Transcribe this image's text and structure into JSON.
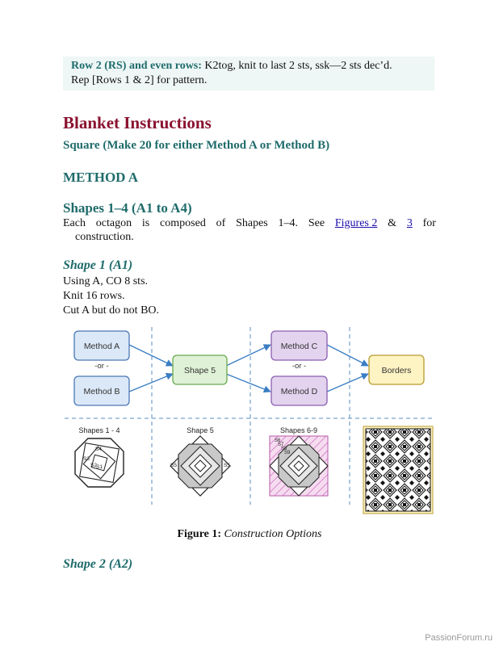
{
  "callout": {
    "line1_bold": "Row 2 (RS) and even rows:",
    "line1_text": " K2tog, knit to last 2 sts, ssk—2 sts dec’d.",
    "line2": "Rep [Rows 1 & 2] for pattern."
  },
  "heading": "Blanket Instructions",
  "square_heading": "Square (Make 20 for either Method A or Method B)",
  "method_heading": "METHOD A",
  "shapes14": {
    "heading": "Shapes 1–4 (A1 to A4)",
    "text_words": [
      "Each",
      "octagon",
      "is",
      "composed",
      "of",
      "Shapes",
      "1–4.",
      "See"
    ],
    "fig2": "Figures 2",
    "amp": "&",
    "fig3": "3",
    "for": "for",
    "line2": "construction."
  },
  "shape1": {
    "heading": "Shape 1 (A1)",
    "lines": [
      "Using A, CO 8 sts.",
      "Knit 16 rows.",
      "Cut A but do not BO."
    ]
  },
  "diagram": {
    "boxes": {
      "method_a": "Method A",
      "method_b": "Method B",
      "shape5": "Shape 5",
      "method_c": "Method C",
      "method_d": "Method D",
      "borders": "Borders"
    },
    "or_left": "-or -",
    "or_right": "-or -",
    "panels": {
      "p1_title": "Shapes 1 - 4",
      "p2_title": "Shape 5",
      "p3_title": "Shapes 6-9",
      "s1": "S1",
      "s2": "S2",
      "s3": "S3",
      "s4": "S4",
      "s5a": "S5",
      "s5b": "S5",
      "s6": "S6",
      "s7": "S7",
      "s8": "S8",
      "s9": "S9"
    },
    "colors": {
      "blue_fill": "#dbe8f7",
      "blue_stroke": "#4a78b5",
      "green_fill": "#dff1d6",
      "green_stroke": "#6aa84f",
      "purple_fill": "#e3d3ee",
      "purple_stroke": "#8a5fb0",
      "yellow_fill": "#fdf3c3",
      "yellow_stroke": "#b89b2e",
      "arrow": "#3a7dc4",
      "divider": "#5b8cc6",
      "pink": "#d98ad0"
    }
  },
  "caption": {
    "bold": "Figure 1:",
    "italic": "Construction Options"
  },
  "shape2_heading": "Shape 2 (A2)",
  "watermark": "PassionForum.ru"
}
